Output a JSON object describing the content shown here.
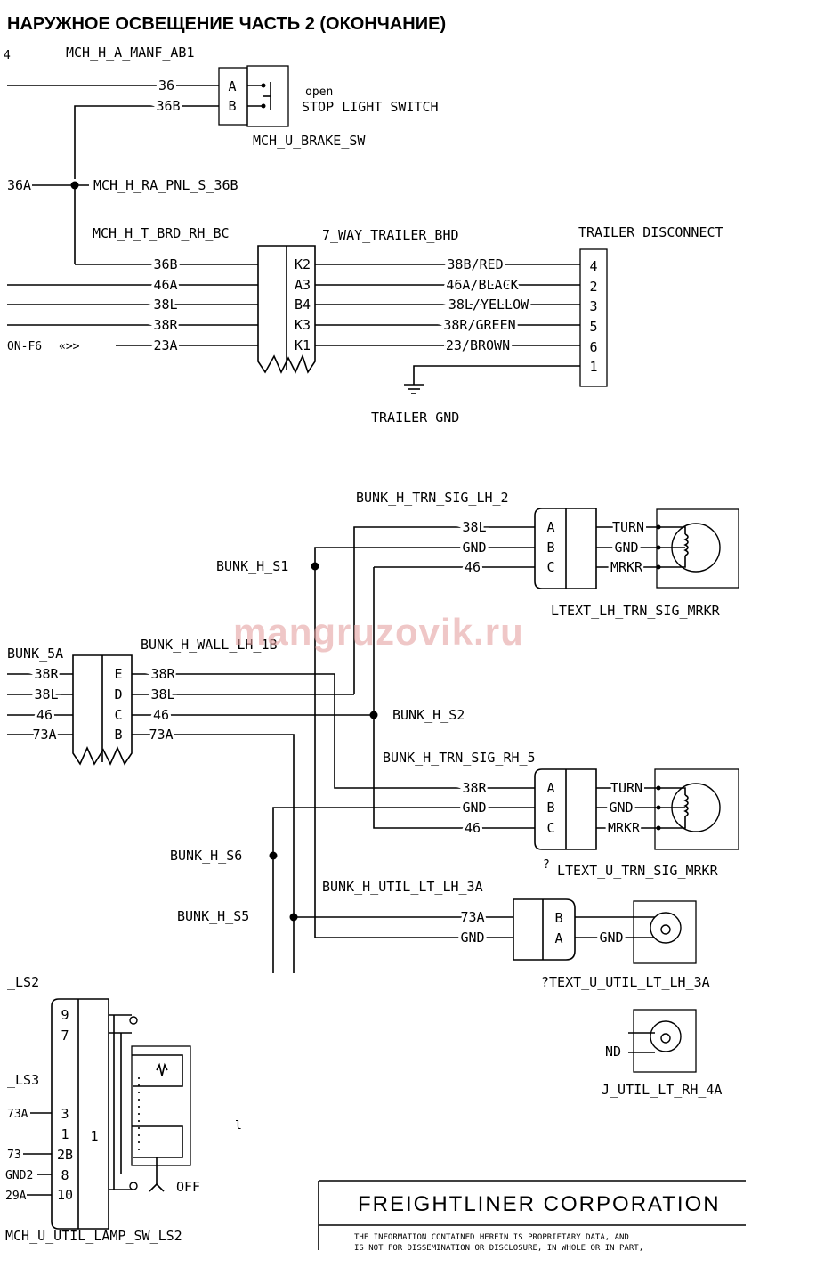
{
  "page": {
    "title": "НАРУЖНОЕ ОСВЕЩЕНИЕ ЧАСТЬ 2 (ОКОНЧАНИЕ)",
    "watermark": "mangruzovik.ru",
    "corner_mark": "4"
  },
  "top": {
    "brake_sw_harness": "MCH_H_A_MANF_AB1",
    "brake_sw_wires": [
      "36",
      "36B"
    ],
    "brake_sw_pins": [
      "A",
      "B"
    ],
    "switch_state": "open",
    "switch_name": "STOP LIGHT SWITCH",
    "brake_sw_connector": "MCH_U_BRAKE_SW",
    "splice_wire": "36A",
    "splice_name": "MCH_H_RA_PNL_S_36B",
    "trailer_harness": "MCH_H_T_BRD_RH_BC",
    "trailer_bhd": "7_WAY_TRAILER_BHD",
    "trailer_disconnect": "TRAILER DISCONNECT",
    "left_wires": [
      "36B",
      "46A",
      "38L",
      "38R",
      "23A"
    ],
    "bhd_pins": [
      "K2",
      "A3",
      "B4",
      "K3",
      "K1"
    ],
    "right_wires": [
      "38B/RED",
      "46A/BLACK",
      "38L/YELLOW",
      "38R/GREEN",
      "23/BROWN"
    ],
    "disconnect_pins": [
      "4",
      "2",
      "3",
      "5",
      "6",
      "1"
    ],
    "fuse_ref": "ON-F6",
    "ground": "TRAILER GND"
  },
  "middle": {
    "lh_harness": "BUNK_H_TRN_SIG_LH_2",
    "lh_wires": [
      "38L",
      "GND",
      "46"
    ],
    "lh_pins": [
      "A",
      "B",
      "C"
    ],
    "lh_lamp_terms": [
      "TURN",
      "GND",
      "MRKR"
    ],
    "lh_lamp_name": "LTEXT_LH_TRN_SIG_MRKR",
    "splice_s1": "BUNK_H_S1",
    "bunk_left": "BUNK_5A",
    "wall_harness": "BUNK_H_WALL_LH_1B",
    "wall_left_wires": [
      "38R",
      "38L",
      "46",
      "73A"
    ],
    "wall_pins": [
      "E",
      "D",
      "C",
      "B"
    ],
    "wall_right_wires": [
      "38R",
      "38L",
      "46",
      "73A"
    ],
    "splice_s2": "BUNK_H_S2",
    "rh_harness": "BUNK_H_TRN_SIG_RH_5",
    "rh_wires": [
      "38R",
      "GND",
      "46"
    ],
    "rh_pins": [
      "A",
      "B",
      "C"
    ],
    "rh_lamp_terms": [
      "TURN",
      "GND",
      "MRKR"
    ],
    "rh_lamp_name": "LTEXT_U_TRN_SIG_MRKR",
    "rh_prefix": "?",
    "splice_s6": "BUNK_H_S6",
    "splice_s5": "BUNK_H_S5",
    "util_harness": "BUNK_H_UTIL_LT_LH_3A",
    "util_wires": [
      "73A",
      "GND"
    ],
    "util_pins": [
      "B",
      "A"
    ],
    "util_term": "GND",
    "util_lamp_name": "?TEXT_U_UTIL_LT_LH_3A",
    "util_rh_term": "ND",
    "util_rh_name": "J_UTIL_LT_RH_4A"
  },
  "bottom": {
    "ls2": "_LS2",
    "ls3": "_LS3",
    "left_wires": [
      "73A",
      "73",
      "GND2",
      "29A"
    ],
    "pins_a": [
      "9",
      "7",
      "3",
      "1",
      "2B",
      "8",
      "10"
    ],
    "pin_b": "1",
    "switch_state": "OFF",
    "switch_name": "MCH_U_UTIL_LAMP_SW_LS2",
    "stray_mark": "l"
  },
  "footer": {
    "company": "FREIGHTLINER CORPORATION",
    "notice_line1": "THE INFORMATION CONTAINED HEREIN IS PROPRIETARY DATA,  AND",
    "notice_line2": "IS NOT FOR DISSEMINATION OR DISCLOSURE,  IN WHOLE OR IN PART,"
  }
}
